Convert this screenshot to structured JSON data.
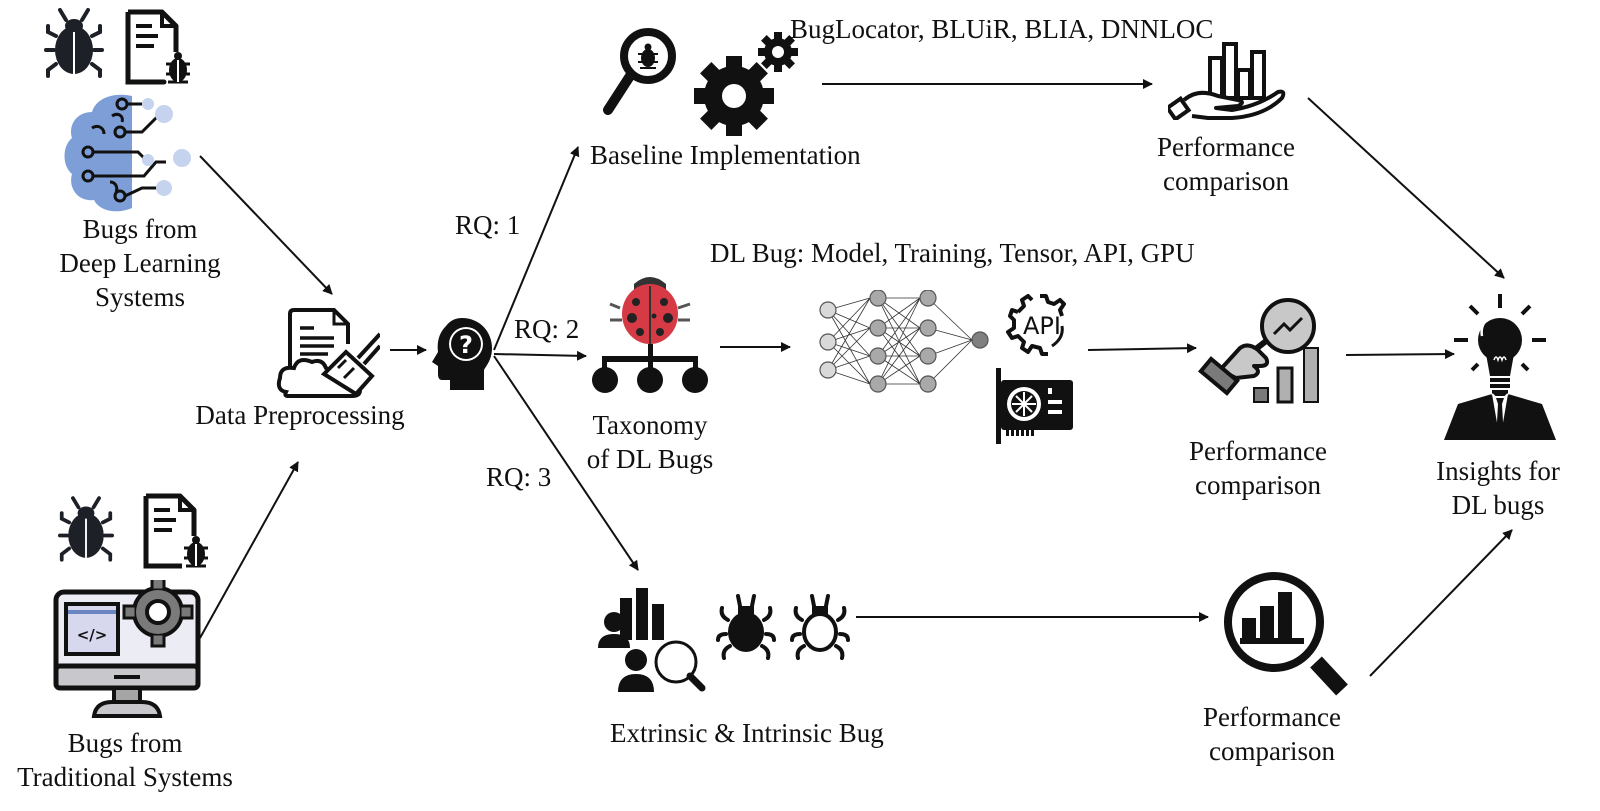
{
  "title": "Deep learning bug localization study workflow",
  "colors": {
    "ink": "#111111",
    "brain_blue": "#7e9ed8",
    "brain_light": "#c5d3ee",
    "ladybug_red": "#d63a44",
    "gear_grey": "#7a7a7a",
    "neuron_light": "#d9d9d9",
    "neuron_mid": "#a9a9a9",
    "neuron_dark": "#808080",
    "screen_light": "#ececf4",
    "code_panel": "#d7d8ee"
  },
  "sources": {
    "dl_systems": {
      "label_line1": "Bugs from",
      "label_line2": "Deep Learning",
      "label_line3": "Systems",
      "icons": [
        "bug-icon",
        "bug-report-document-icon",
        "brain-circuit-icon"
      ]
    },
    "traditional_systems": {
      "label_line1": "Bugs from",
      "label_line2": "Traditional Systems",
      "icons": [
        "bug-icon",
        "bug-report-document-icon",
        "computer-code-gear-icon"
      ]
    }
  },
  "preprocessing": {
    "label": "Data Preprocessing",
    "icon": "document-cleaning-broom-icon"
  },
  "research_question_hub": {
    "icon": "head-question-icon"
  },
  "rq_labels": {
    "rq1": "RQ: 1",
    "rq2": "RQ: 2",
    "rq3": "RQ: 3"
  },
  "rq1": {
    "label": "Baseline Implementation",
    "techniques": "BugLocator, BLUiR, BLIA, DNNLOC",
    "icons": [
      "magnifier-bug-icon",
      "gears-icon"
    ],
    "result": {
      "label_line1": "Performance",
      "label_line2": "comparison",
      "icon": "hand-bar-chart-icon"
    }
  },
  "rq2": {
    "label_line1": "Taxonomy",
    "label_line2": "of DL Bugs",
    "categories": "DL Bug: Model, Training, Tensor, API, GPU",
    "icons": [
      "ladybug-taxonomy-icon",
      "neural-network-icon",
      "api-gear-icon",
      "gpu-card-icon"
    ],
    "result": {
      "label_line1": "Performance",
      "label_line2": "comparison",
      "icon": "hand-magnifier-chart-icon"
    }
  },
  "rq3": {
    "label": "Extrinsic & Intrinsic Bug",
    "icons": [
      "users-chart-magnifier-icon",
      "bug-filled-icon",
      "bug-outline-icon"
    ],
    "result": {
      "label_line1": "Performance",
      "label_line2": "comparison",
      "icon": "magnifier-bar-chart-icon"
    }
  },
  "output": {
    "label_line1": "Insights for",
    "label_line2": "DL bugs",
    "icon": "lightbulb-businessman-icon"
  }
}
